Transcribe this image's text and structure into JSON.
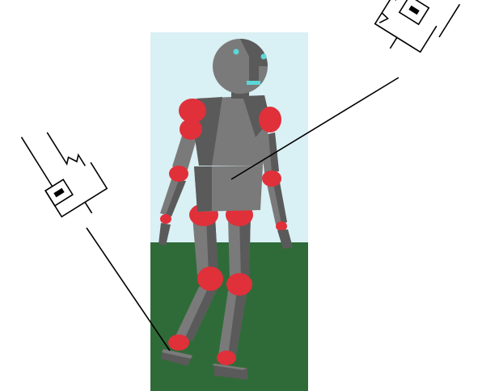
{
  "figure": {
    "subject": "humanoid-robot-render",
    "colors": {
      "sky": "#d9f0f4",
      "ground": "#2f6b38",
      "body": "#7a7a7a",
      "body_dark": "#5a5a5a",
      "joint": "#e0303a",
      "joint_dark": "#b0202a",
      "eye": "#5cd6d6",
      "line": "#000000"
    },
    "callouts": [
      {
        "name": "left-sensor-callout",
        "icon": "spring-damper-icon",
        "points_to": "left-foot"
      },
      {
        "name": "right-sensor-callout",
        "icon": "spring-damper-icon",
        "points_to": "torso"
      }
    ]
  }
}
